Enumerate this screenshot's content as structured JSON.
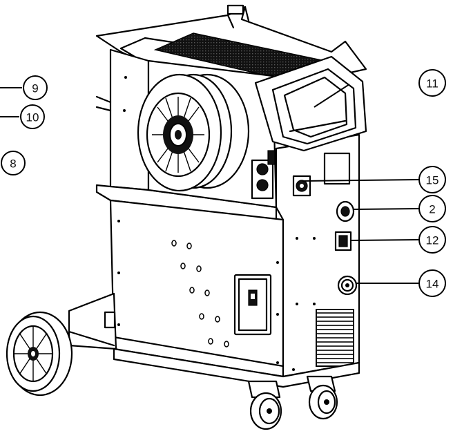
{
  "callouts": [
    {
      "id": "9",
      "label": "9"
    },
    {
      "id": "10",
      "label": "10"
    },
    {
      "id": "8",
      "label": "8"
    },
    {
      "id": "11",
      "label": "11"
    },
    {
      "id": "15",
      "label": "15"
    },
    {
      "id": "2",
      "label": "2"
    },
    {
      "id": "12",
      "label": "12"
    },
    {
      "id": "14",
      "label": "14"
    }
  ]
}
